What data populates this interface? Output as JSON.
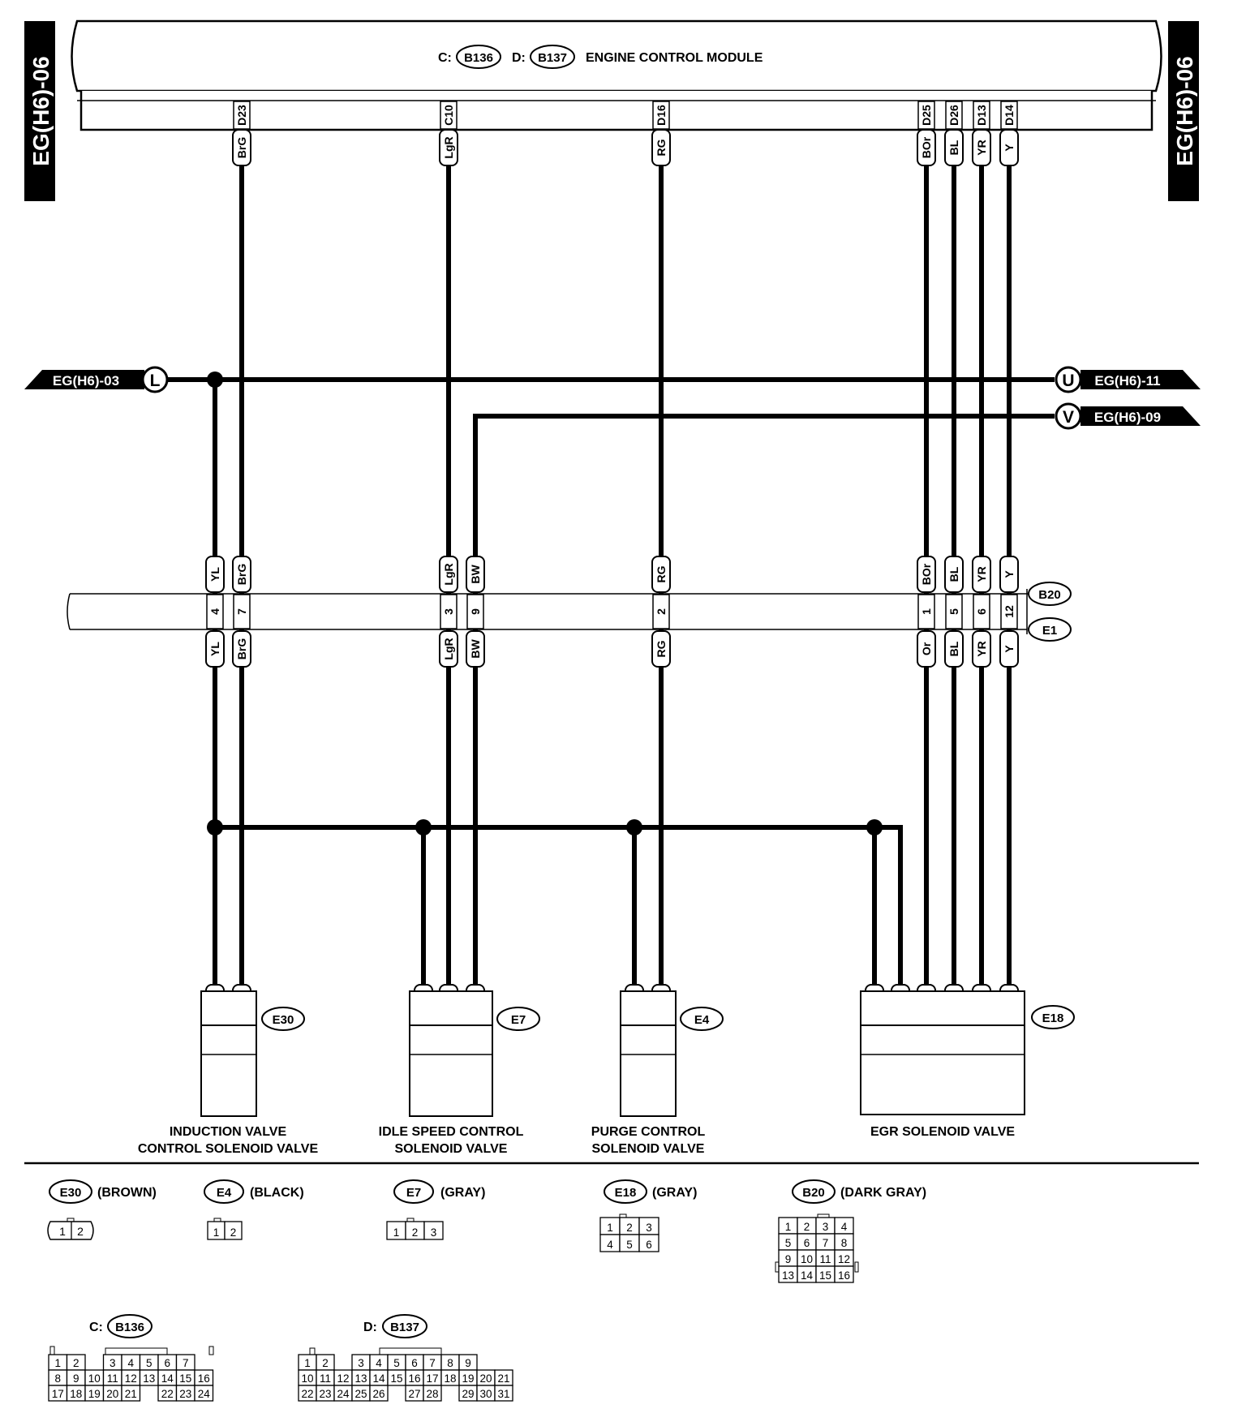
{
  "side_tag": "EG(H6)-06",
  "ecm": {
    "c_prefix": "C:",
    "c_code": "B136",
    "d_prefix": "D:",
    "d_code": "B137",
    "title": "ENGINE CONTROL MODULE"
  },
  "ecm_pins": [
    {
      "pin": "D23",
      "color": "BrG"
    },
    {
      "pin": "C10",
      "color": "LgR"
    },
    {
      "pin": "D16",
      "color": "RG"
    },
    {
      "pin": "D25",
      "color": "BOr"
    },
    {
      "pin": "D26",
      "color": "BL"
    },
    {
      "pin": "D13",
      "color": "YR"
    },
    {
      "pin": "D14",
      "color": "Y"
    }
  ],
  "refs": {
    "L": {
      "letter": "L",
      "text": "EG(H6)-03"
    },
    "U": {
      "letter": "U",
      "text": "EG(H6)-11"
    },
    "V": {
      "letter": "V",
      "text": "EG(H6)-09"
    }
  },
  "harness_connector": {
    "upper": "B20",
    "lower": "E1",
    "upper_colors": [
      "YL",
      "BrG",
      "LgR",
      "BW",
      "RG",
      "BOr",
      "BL",
      "YR",
      "Y"
    ],
    "pins": [
      "4",
      "7",
      "3",
      "9",
      "2",
      "1",
      "5",
      "6",
      "12"
    ],
    "lower_colors": [
      "YL",
      "BrG",
      "LgR",
      "BW",
      "RG",
      "Or",
      "BL",
      "YR",
      "Y"
    ]
  },
  "components": [
    {
      "code": "E30",
      "colors": [
        "YL",
        "BrG"
      ],
      "pins": [
        "1",
        "2"
      ],
      "name1": "INDUCTION VALVE",
      "name2": "CONTROL SOLENOID VALVE"
    },
    {
      "code": "E7",
      "colors": [
        "YL",
        "LgR",
        "BW"
      ],
      "pins": [
        "2",
        "1",
        "3"
      ],
      "name1": "IDLE SPEED CONTROL",
      "name2": "SOLENOID VALVE"
    },
    {
      "code": "E4",
      "colors": [
        "YL",
        "RG"
      ],
      "pins": [
        "1",
        "2"
      ],
      "name1": "PURGE CONTROL",
      "name2": "SOLENOID VALVE"
    },
    {
      "code": "E18",
      "colors": [
        "YL",
        "YL",
        "Or",
        "BL",
        "YR",
        "Y"
      ],
      "pins": [
        "2",
        "5",
        "6",
        "1",
        "4",
        "3"
      ],
      "name1": "EGR SOLENOID VALVE",
      "name2": ""
    }
  ],
  "legend": {
    "e30": {
      "code": "E30",
      "color": "(BROWN)",
      "rows": [
        [
          "1",
          "2"
        ]
      ]
    },
    "e4": {
      "code": "E4",
      "color": "(BLACK)",
      "rows": [
        [
          "1",
          "2"
        ]
      ]
    },
    "e7": {
      "code": "E7",
      "color": "(GRAY)",
      "rows": [
        [
          "1",
          "2",
          "3"
        ]
      ]
    },
    "e18": {
      "code": "E18",
      "color": "(GRAY)",
      "rows": [
        [
          "1",
          "2",
          "3"
        ],
        [
          "4",
          "5",
          "6"
        ]
      ]
    },
    "b20": {
      "code": "B20",
      "color": "(DARK GRAY)",
      "rows": [
        [
          "1",
          "2",
          "3",
          "4"
        ],
        [
          "5",
          "6",
          "7",
          "8"
        ],
        [
          "9",
          "10",
          "11",
          "12"
        ],
        [
          "13",
          "14",
          "15",
          "16"
        ]
      ]
    },
    "b136": {
      "prefix": "C:",
      "code": "B136",
      "rows": [
        [
          "1",
          "2",
          "",
          "3",
          "4",
          "5",
          "6",
          "7"
        ],
        [
          "8",
          "9",
          "10",
          "11",
          "12",
          "13",
          "14",
          "15",
          "16"
        ],
        [
          "17",
          "18",
          "19",
          "20",
          "21",
          "",
          "22",
          "23",
          "24"
        ]
      ]
    },
    "b137": {
      "prefix": "D:",
      "code": "B137",
      "rows": [
        [
          "1",
          "2",
          "",
          "3",
          "4",
          "5",
          "6",
          "7",
          "8",
          "9"
        ],
        [
          "10",
          "11",
          "12",
          "13",
          "14",
          "15",
          "16",
          "17",
          "18",
          "19",
          "20",
          "21"
        ],
        [
          "22",
          "23",
          "24",
          "25",
          "26",
          "",
          "27",
          "28",
          "",
          "29",
          "30",
          "31"
        ]
      ]
    }
  }
}
